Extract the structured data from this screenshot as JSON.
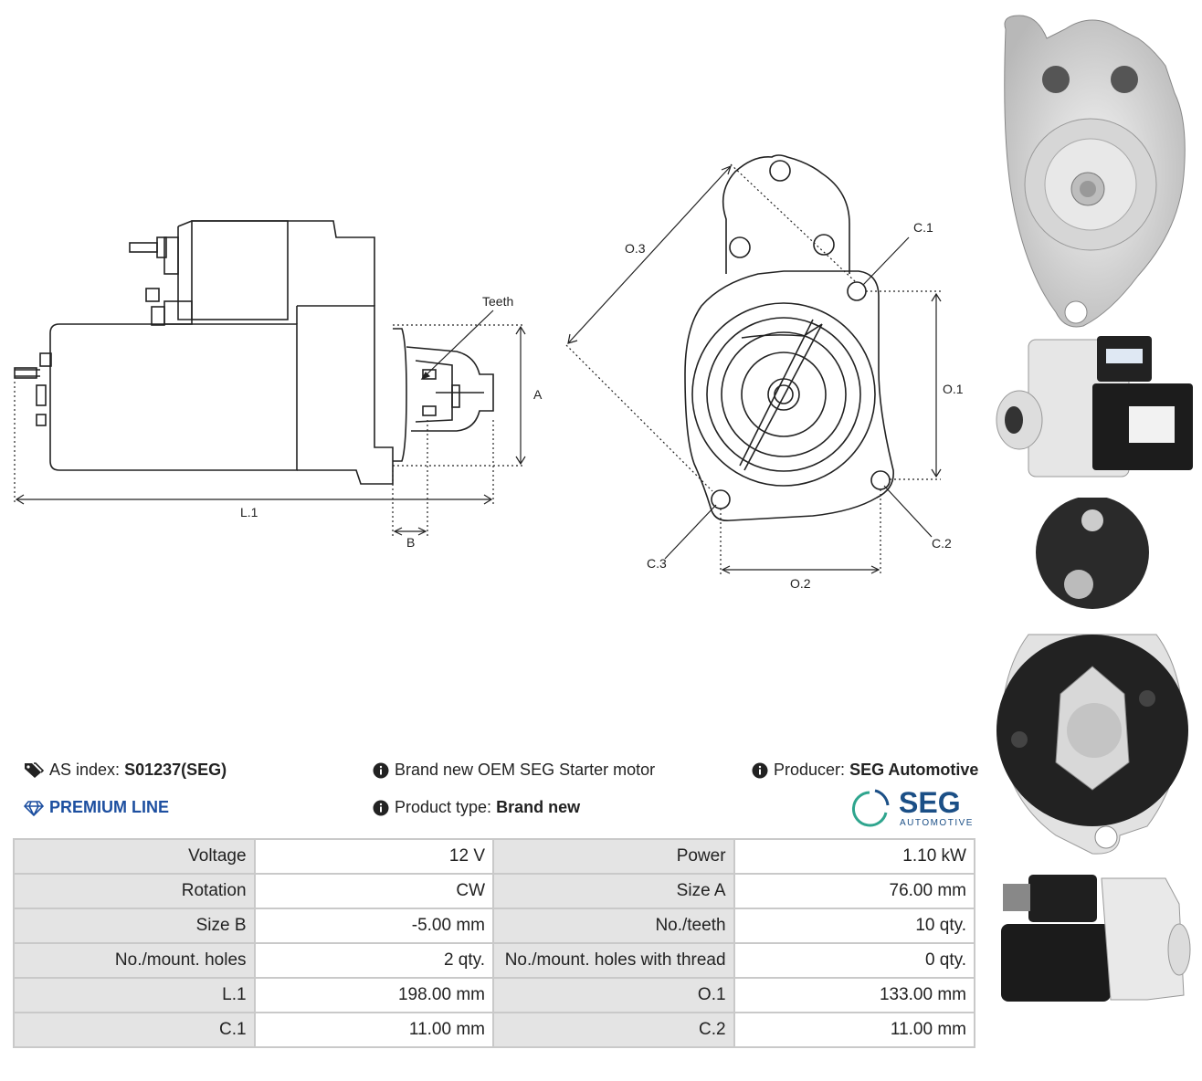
{
  "drawing": {
    "labels": {
      "teeth": "Teeth",
      "a": "A",
      "b": "B",
      "l1": "L.1",
      "o1": "O.1",
      "o2": "O.2",
      "o3": "O.3",
      "c1": "C.1",
      "c2": "C.2",
      "c3": "C.3"
    }
  },
  "info": {
    "as_index_label": "AS index:",
    "as_index_value": "S01237(SEG)",
    "premium_line": "PREMIUM LINE",
    "description": "Brand new OEM SEG Starter motor",
    "product_type_label": "Product type:",
    "product_type_value": "Brand new",
    "producer_label": "Producer:",
    "producer_value": "SEG Automotive"
  },
  "logo": {
    "brand": "SEG",
    "sub": "AUTOMOTIVE",
    "color_primary": "#1b4f86",
    "color_accent": "#2fa58e"
  },
  "specs": [
    {
      "label1": "Voltage",
      "value1": "12 V",
      "label2": "Power",
      "value2": "1.10 kW"
    },
    {
      "label1": "Rotation",
      "value1": "CW",
      "label2": "Size A",
      "value2": "76.00 mm"
    },
    {
      "label1": "Size B",
      "value1": "-5.00 mm",
      "label2": "No./teeth",
      "value2": "10 qty."
    },
    {
      "label1": "No./mount. holes",
      "value1": "2 qty.",
      "label2": "No./mount. holes with thread",
      "value2": "0 qty."
    },
    {
      "label1": "L.1",
      "value1": "198.00 mm",
      "label2": "O.1",
      "value2": "133.00 mm"
    },
    {
      "label1": "C.1",
      "value1": "11.00 mm",
      "label2": "C.2",
      "value2": "11.00 mm"
    }
  ],
  "colors": {
    "premium": "#1d4fa0",
    "table_label_bg": "#e4e4e4",
    "table_border": "#c9c9c9"
  }
}
